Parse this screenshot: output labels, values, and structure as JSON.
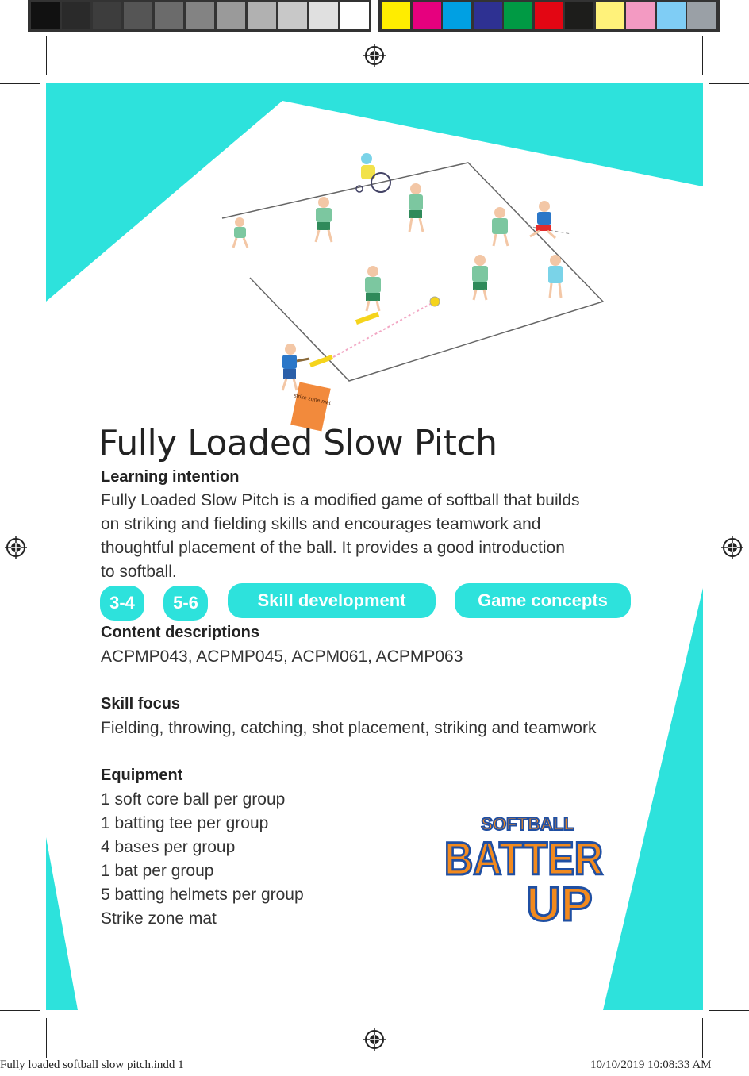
{
  "colors": {
    "accent": "#2de2dc",
    "swatches": [
      "#111111",
      "#2a2a2a",
      "#3d3d3d",
      "#555555",
      "#6b6b6b",
      "#838383",
      "#9a9a9a",
      "#b1b1b1",
      "#c8c8c8",
      "#e0e0e0",
      "#ffffff",
      "#ffed00",
      "#e6007e",
      "#00a0e3",
      "#2e3192",
      "#009a44",
      "#e30613",
      "#1d1d1b",
      "#fff27a",
      "#f39ac2",
      "#7fcdf5",
      "#9aa0a6"
    ]
  },
  "title": "Fully Loaded Slow Pitch",
  "learning": {
    "heading": "Learning intention",
    "lines": [
      "Fully Loaded Slow Pitch is a modified game of softball that builds",
      "on striking and fielding skills and encourages teamwork and",
      "thoughtful placement of the ball. It provides a good introduction",
      "to softball."
    ]
  },
  "tags": [
    "3-4",
    "5-6",
    "Skill development",
    "Game concepts"
  ],
  "content": {
    "heading": "Content descriptions",
    "text": "ACPMP043, ACPMP045, ACPM061, ACPMP063"
  },
  "skill": {
    "heading": "Skill focus",
    "text": "Fielding, throwing, catching, shot placement, striking and teamwork"
  },
  "equipment": {
    "heading": "Equipment",
    "items": [
      "1 soft core ball per group",
      "1 batting tee per group",
      "4 bases per group",
      "1 bat per group",
      "5 batting helmets per group",
      "Strike zone mat"
    ]
  },
  "illustration": {
    "mat_label": "strike zone mat"
  },
  "logo": {
    "line1": "SOFTBALL",
    "line2": "BATTER",
    "line3": "UP"
  },
  "slug": {
    "file": "Fully loaded softball slow pitch.indd   1",
    "datetime": "10/10/2019   10:08:33 AM"
  }
}
